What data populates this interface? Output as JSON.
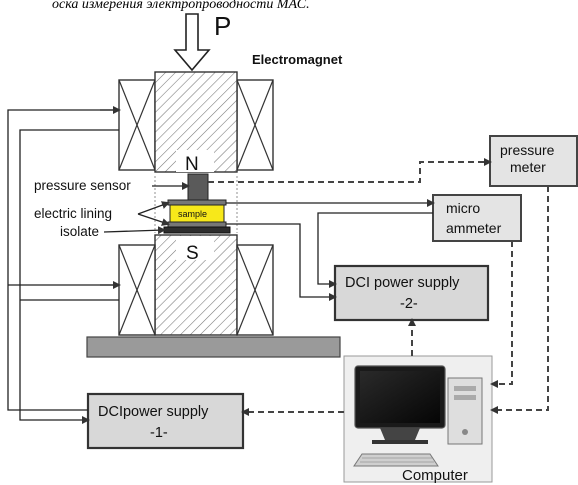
{
  "header_caption": "оска измерения электропроводности МАС.",
  "force_label": "P",
  "electromagnet_label": "Electromagnet",
  "pole_north": "N",
  "pole_south": "S",
  "pressure_sensor_label": "pressure sensor",
  "electric_lining_label": "electric lining",
  "isolate_label": "isolate",
  "sample_label": "sample",
  "pressure_meter": {
    "line1": "pressure",
    "line2": "meter"
  },
  "micro_ammeter": {
    "line1": "micro",
    "line2": "ammeter"
  },
  "dci_power_supply_2": {
    "line1": "DCI power supply",
    "line2": "-2-"
  },
  "dci_power_supply_1": {
    "line1": "DCIpower supply",
    "line2": "-1-"
  },
  "computer_label": "Computer",
  "colors": {
    "sample_fill": "#f7e81a",
    "box_fill": "#e4e4e4",
    "ground_fill": "#9a9a9a",
    "pole_fill": "#5a5a5a"
  }
}
